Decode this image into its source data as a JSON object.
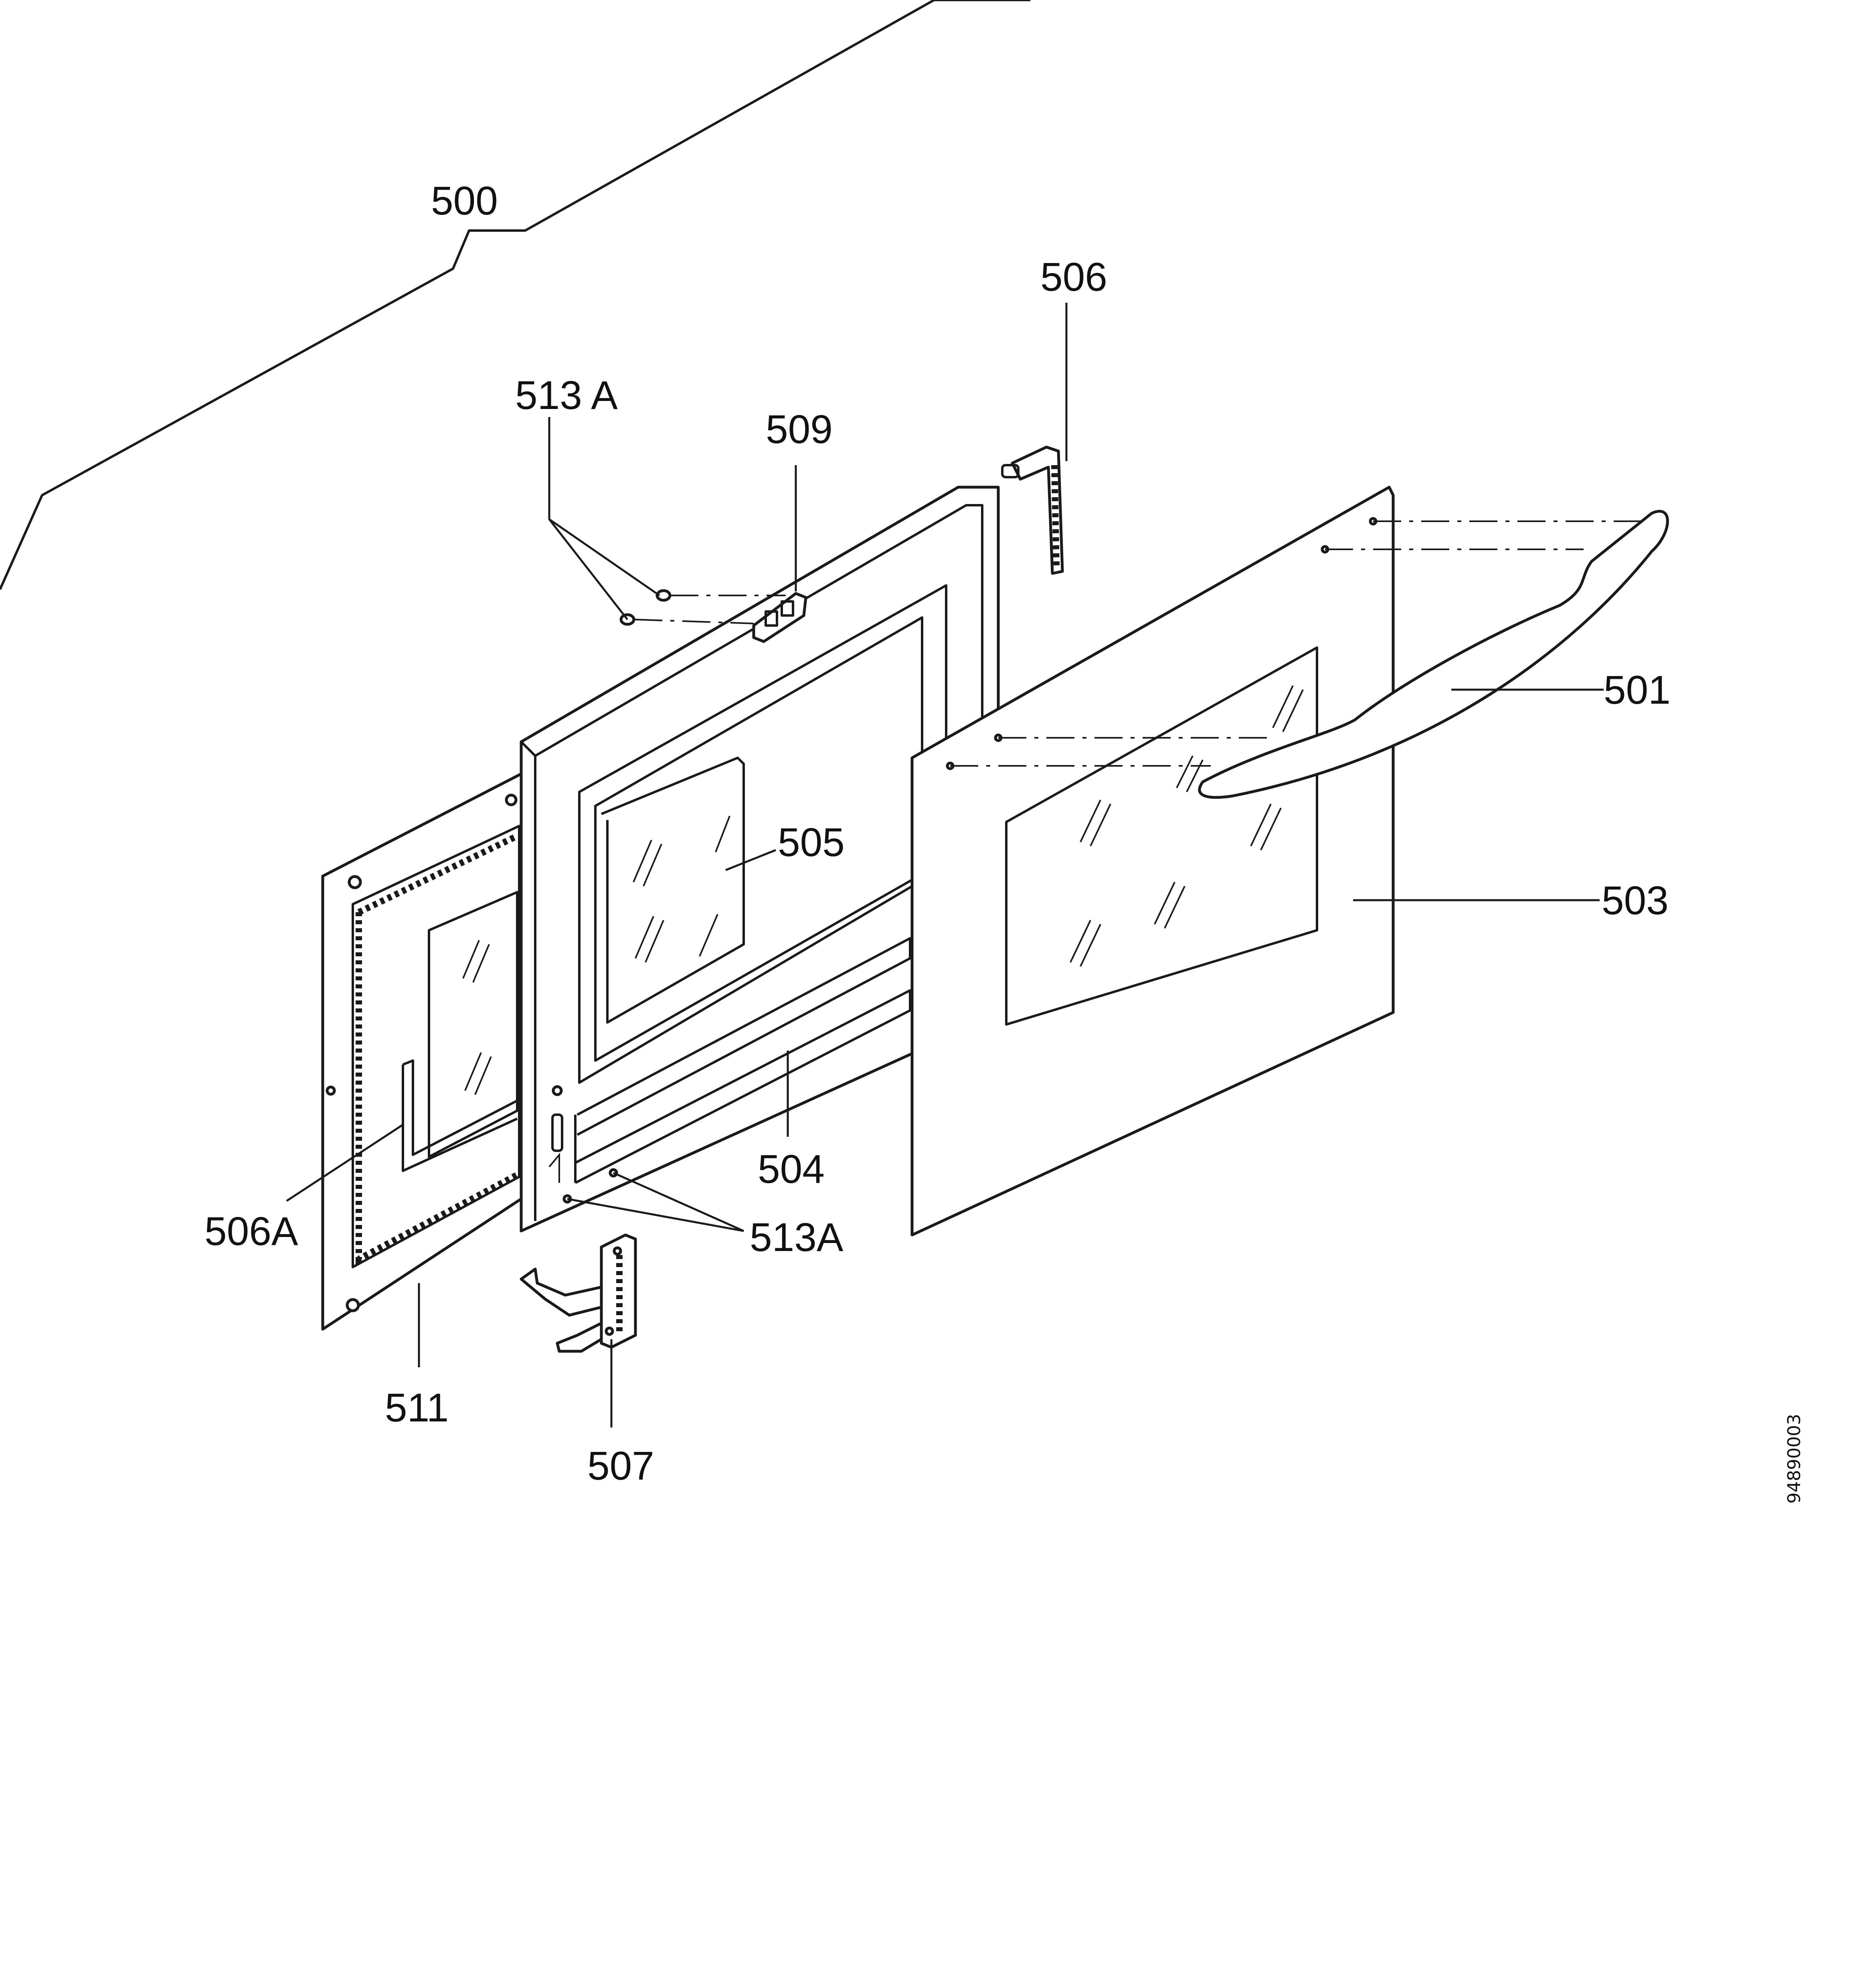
{
  "diagram": {
    "callouts": [
      {
        "id": "500",
        "text": "500"
      },
      {
        "id": "506",
        "text": "506"
      },
      {
        "id": "513a-top",
        "text": "513 A"
      },
      {
        "id": "509",
        "text": "509"
      },
      {
        "id": "501",
        "text": "501"
      },
      {
        "id": "505",
        "text": "505"
      },
      {
        "id": "503",
        "text": "503"
      },
      {
        "id": "504",
        "text": "504"
      },
      {
        "id": "513a-bottom",
        "text": "513A"
      },
      {
        "id": "506a",
        "text": "506A"
      },
      {
        "id": "511",
        "text": "511"
      },
      {
        "id": "507",
        "text": "507"
      }
    ],
    "drawing_number": "94890003"
  }
}
